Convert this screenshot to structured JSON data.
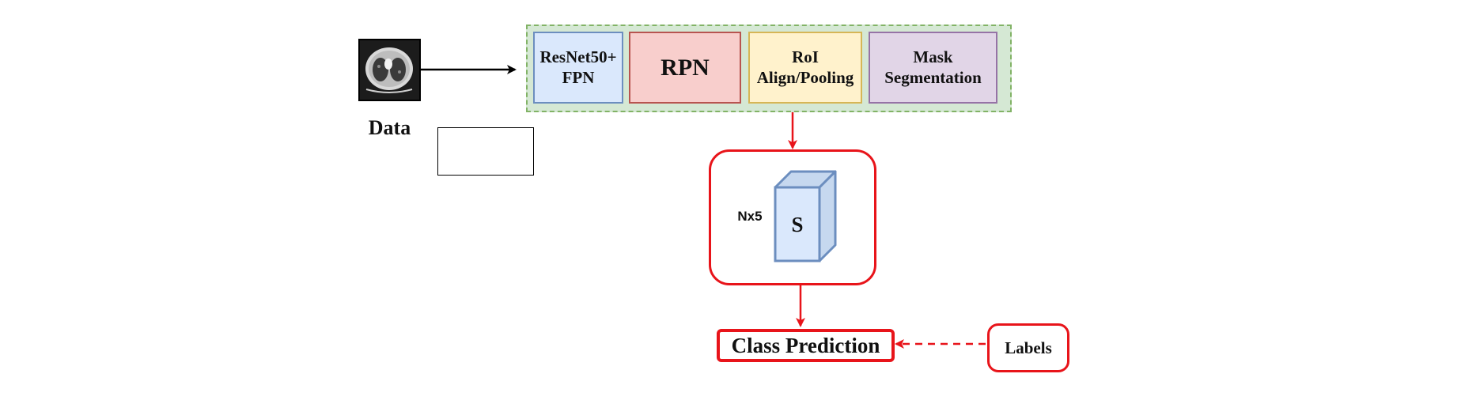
{
  "input": {
    "label": "Data",
    "icon": "ct-scan-icon"
  },
  "pipeline": {
    "stages": [
      {
        "line1": "ResNet50+",
        "line2": "FPN",
        "fill": "#dae8fc",
        "stroke": "#6c8ebf"
      },
      {
        "line1": "RPN",
        "line2": "",
        "fill": "#f8cecc",
        "stroke": "#b85450"
      },
      {
        "line1": "RoI",
        "line2": "Align/Pooling",
        "fill": "#fff2cc",
        "stroke": "#d6b656"
      },
      {
        "line1": "Mask",
        "line2": "Segmentation",
        "fill": "#e1d5e7",
        "stroke": "#9673a6"
      }
    ],
    "container_fill": "#d5e8d4",
    "container_stroke": "#82b366"
  },
  "feature": {
    "dims": "Nx5",
    "cube_label": "S",
    "cube_fill": "#dae8fc",
    "cube_stroke": "#6c8ebf"
  },
  "output": {
    "label": "Class Prediction"
  },
  "labels": {
    "label": "Labels"
  },
  "colors": {
    "accent": "#e8141a",
    "black_arrow": "#000000"
  }
}
